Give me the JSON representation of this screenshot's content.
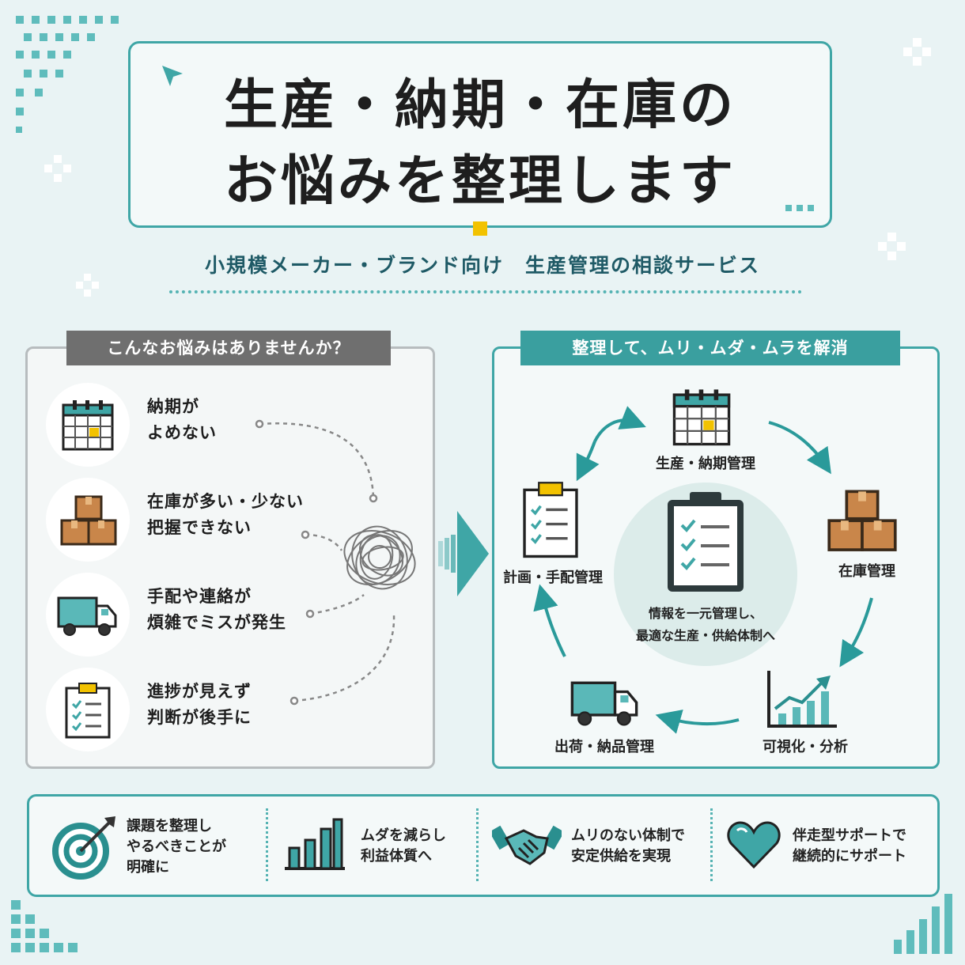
{
  "header": {
    "title_line1": "生産・納期・在庫の",
    "title_line2": "お悩みを整理します",
    "subtitle": "小規模メーカー・ブランド向け　生産管理の相談サービス"
  },
  "left_panel": {
    "tab_label": "こんなお悩みはありませんか？",
    "issues": [
      {
        "line1": "納期が",
        "line2": "よめない",
        "icon": "calendar-icon"
      },
      {
        "line1": "在庫が多い・少ない",
        "line2": "把握できない",
        "icon": "boxes-icon"
      },
      {
        "line1": "手配や連絡が",
        "line2": "煩雑でミスが発生",
        "icon": "truck-icon"
      },
      {
        "line1": "進捗が見えず",
        "line2": "判断が後手に",
        "icon": "clipboard-icon"
      }
    ]
  },
  "right_panel": {
    "tab_label": "整理して、ムリ・ムダ・ムラを解消",
    "nodes": {
      "production": "生産・納期管理",
      "inventory": "在庫管理",
      "analysis": "可視化・分析",
      "shipping": "出荷・納品管理",
      "planning": "計画・手配管理"
    },
    "center_line1": "情報を一元管理し、",
    "center_line2": "最適な生産・供給体制へ"
  },
  "benefits": [
    {
      "lines": [
        "課題を整理し",
        "やるべきことが",
        "明確に"
      ],
      "icon": "target-icon"
    },
    {
      "lines": [
        "ムダを減らし",
        "利益体質へ"
      ],
      "icon": "bar-chart-icon"
    },
    {
      "lines": [
        "ムリのない体制で",
        "安定供給を実現"
      ],
      "icon": "handshake-icon"
    },
    {
      "lines": [
        "伴走型サポートで",
        "継続的にサポート"
      ],
      "icon": "heart-icon"
    }
  ],
  "colors": {
    "accent": "#3fa6a6",
    "yellow": "#f2c200",
    "background": "#e9f3f4"
  }
}
